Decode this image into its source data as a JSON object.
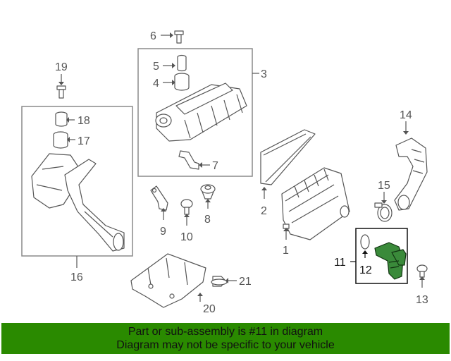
{
  "callouts": {
    "n1": "1",
    "n2": "2",
    "n3": "3",
    "n4": "4",
    "n5": "5",
    "n6": "6",
    "n7": "7",
    "n8": "8",
    "n9": "9",
    "n10": "10",
    "n11": "11",
    "n12": "12",
    "n13": "13",
    "n14": "14",
    "n15": "15",
    "n16": "16",
    "n17": "17",
    "n18": "18",
    "n19": "19",
    "n20": "20",
    "n21": "21"
  },
  "highlight": {
    "part": "11",
    "color": "#3a8a3a"
  },
  "banner": {
    "line1": "Part or sub-assembly is #11 in diagram",
    "line2": "Diagram may not be specific to your vehicle",
    "background": "#2a8a00"
  }
}
